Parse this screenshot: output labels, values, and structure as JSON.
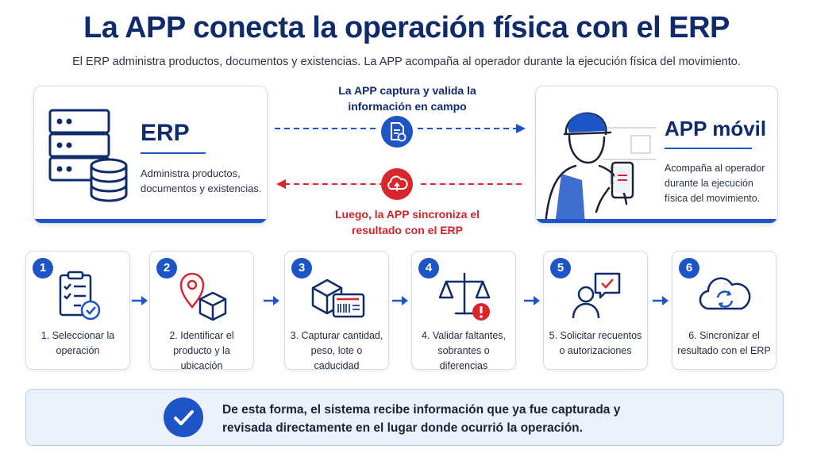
{
  "title": "La APP conecta la operación física con el ERP",
  "subtitle": "El ERP administra productos, documentos y existencias. La APP acompaña al operador durante la ejecución física del movimiento.",
  "erp": {
    "title": "ERP",
    "description": "Administra productos, documentos y existencias."
  },
  "app": {
    "title": "APP móvil",
    "description": "Acompaña al operador durante la ejecución física del movimiento."
  },
  "flows": {
    "top": "La APP captura y valida la información en campo",
    "bottom": "Luego, la APP sincroniza el resultado con el ERP"
  },
  "steps": [
    {
      "number": "1",
      "label": "1. Seleccionar la operación",
      "icon": "checklist-icon"
    },
    {
      "number": "2",
      "label": "2. Identificar el producto y la ubicación",
      "icon": "location-box-icon"
    },
    {
      "number": "3",
      "label": "3. Capturar cantidad, peso, lote o caducidad",
      "icon": "package-label-icon"
    },
    {
      "number": "4",
      "label": "4. Validar faltantes, sobrantes o diferencias",
      "icon": "scale-alert-icon"
    },
    {
      "number": "5",
      "label": "5. Solicitar recuentos o autorizaciones",
      "icon": "user-approval-icon"
    },
    {
      "number": "6",
      "label": "6. Sincronizar el resultado con el ERP",
      "icon": "cloud-sync-icon"
    }
  ],
  "summary": "De esta forma, el sistema recibe información que ya fue capturada y revisada directamente en el lugar donde ocurrió la operación.",
  "colors": {
    "primary": "#1d55c6",
    "navy": "#0f2b6b",
    "alert": "#d8262c",
    "summary_bg": "#eaf1fb"
  }
}
